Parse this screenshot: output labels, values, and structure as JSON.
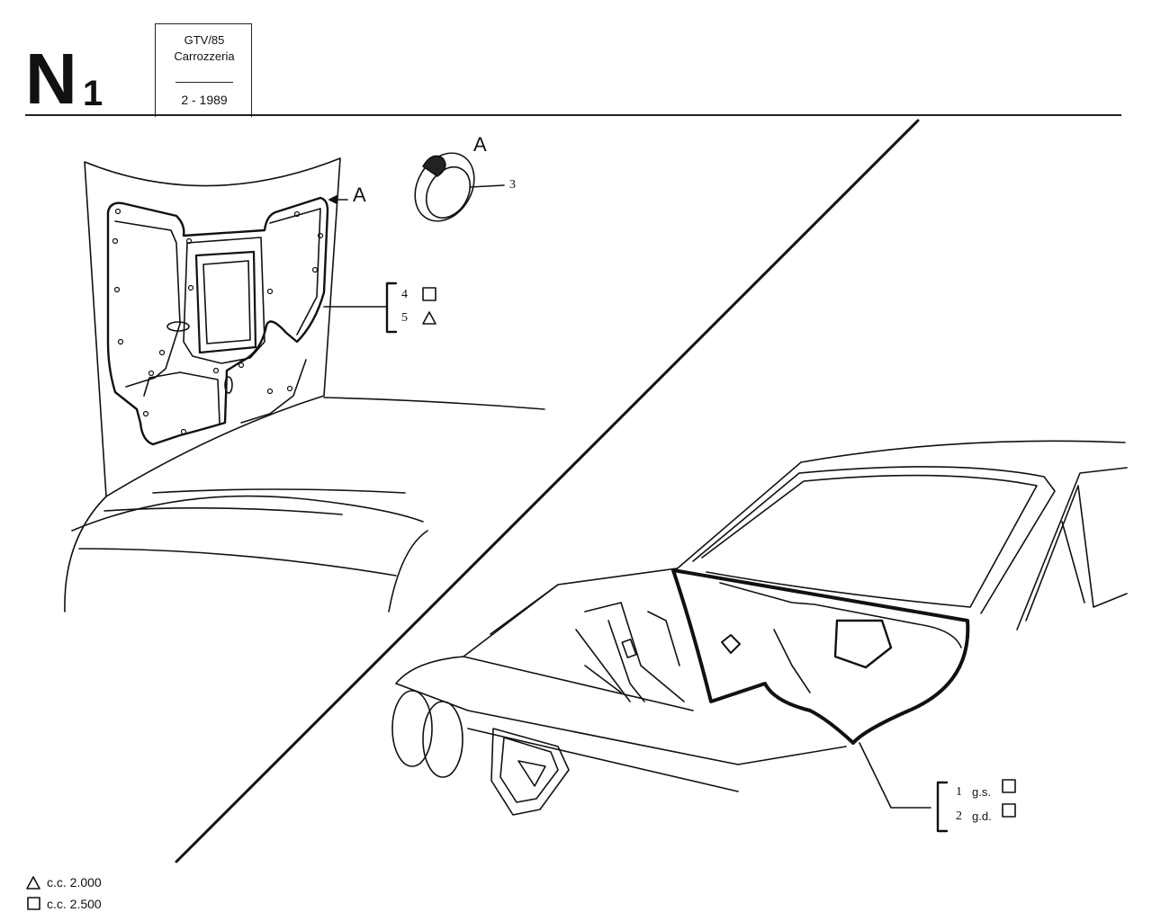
{
  "header": {
    "section_letter": "N",
    "section_number": "1",
    "model": "GTV/85",
    "body_group": "Carrozzeria",
    "date": "2 - 1989"
  },
  "callouts": {
    "detail_label_hood": "A",
    "detail_label_clip": "A",
    "clip_part_number": "3"
  },
  "hood_parts": [
    {
      "number": "4",
      "symbol": "□"
    },
    {
      "number": "5",
      "symbol": "△"
    }
  ],
  "rear_parts": [
    {
      "number": "1",
      "side": "g.s.",
      "symbol": "□"
    },
    {
      "number": "2",
      "side": "g.d.",
      "symbol": "□"
    }
  ],
  "legend": [
    {
      "symbol": "△",
      "text": "c.c. 2.000"
    },
    {
      "symbol": "□",
      "text": "c.c. 2.500"
    }
  ]
}
